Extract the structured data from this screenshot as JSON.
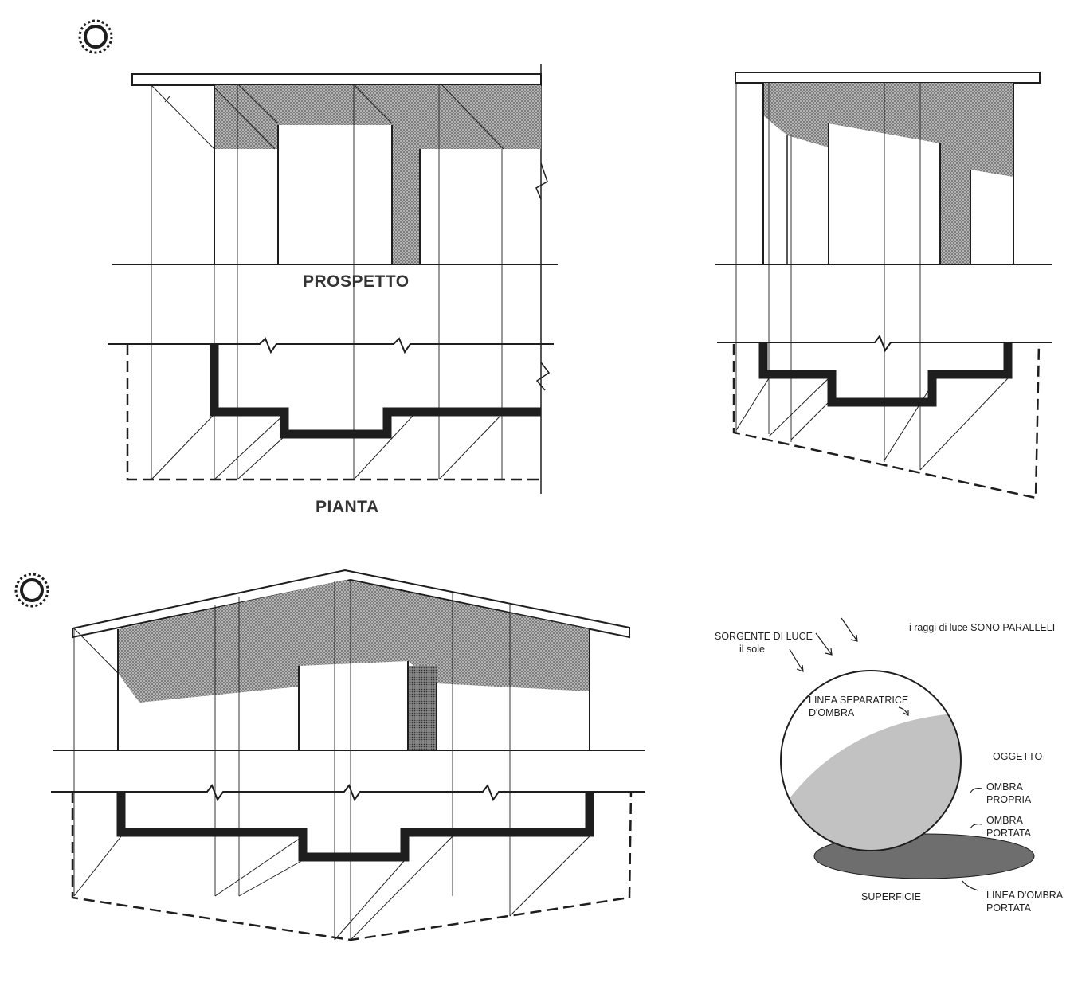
{
  "labels": {
    "prospetto": "PROSPETTO",
    "pianta": "PIANTA",
    "sorgente_line1": "SORGENTE DI LUCE",
    "sorgente_line2": "il sole",
    "raggi": "i raggi di luce SONO PARALLELI",
    "linea_sep_line1": "LINEA  SEPARATRICE",
    "linea_sep_line2": "D'OMBRA",
    "oggetto": "OGGETTO",
    "ombra_propria_line1": "OMBRA",
    "ombra_propria_line2": "PROPRIA",
    "ombra_portata_line1": "OMBRA",
    "ombra_portata_line2": "PORTATA",
    "superficie": "SUPERFICIE",
    "linea_ombra_line1": "LINEA D'OMBRA",
    "linea_ombra_line2": "PORTATA"
  },
  "colors": {
    "ink": "#1e1e1e",
    "hatch_shadow": "#8f8f8f",
    "sphere_shade": "#c2c2c2",
    "cast_shadow": "#6e6e6e"
  }
}
